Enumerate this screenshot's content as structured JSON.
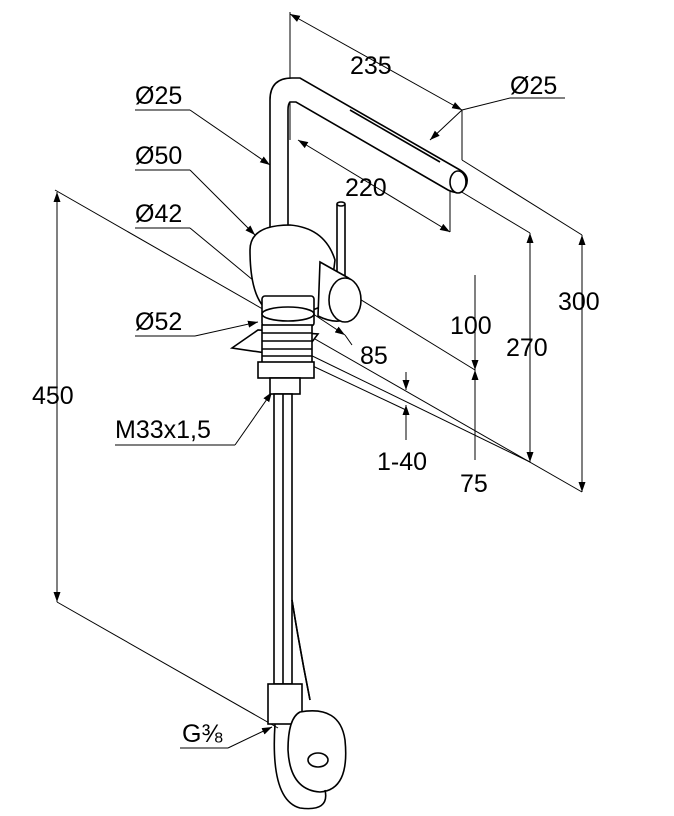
{
  "dimensions": {
    "spout_reach_outer": "235",
    "spout_reach_inner": "220",
    "spout_dia_tip": "Ø25",
    "spout_dia_upper": "Ø25",
    "body_dia": "Ø50",
    "body_base_dia": "Ø42",
    "base_dia": "Ø52",
    "height_total": "300",
    "height_outlet": "270",
    "lever_height": "100",
    "lever_offset": "85",
    "under_length": "450",
    "thread": "M33x1,5",
    "deck_thickness": "1-40",
    "base_height": "75",
    "connection": "G⅜"
  }
}
